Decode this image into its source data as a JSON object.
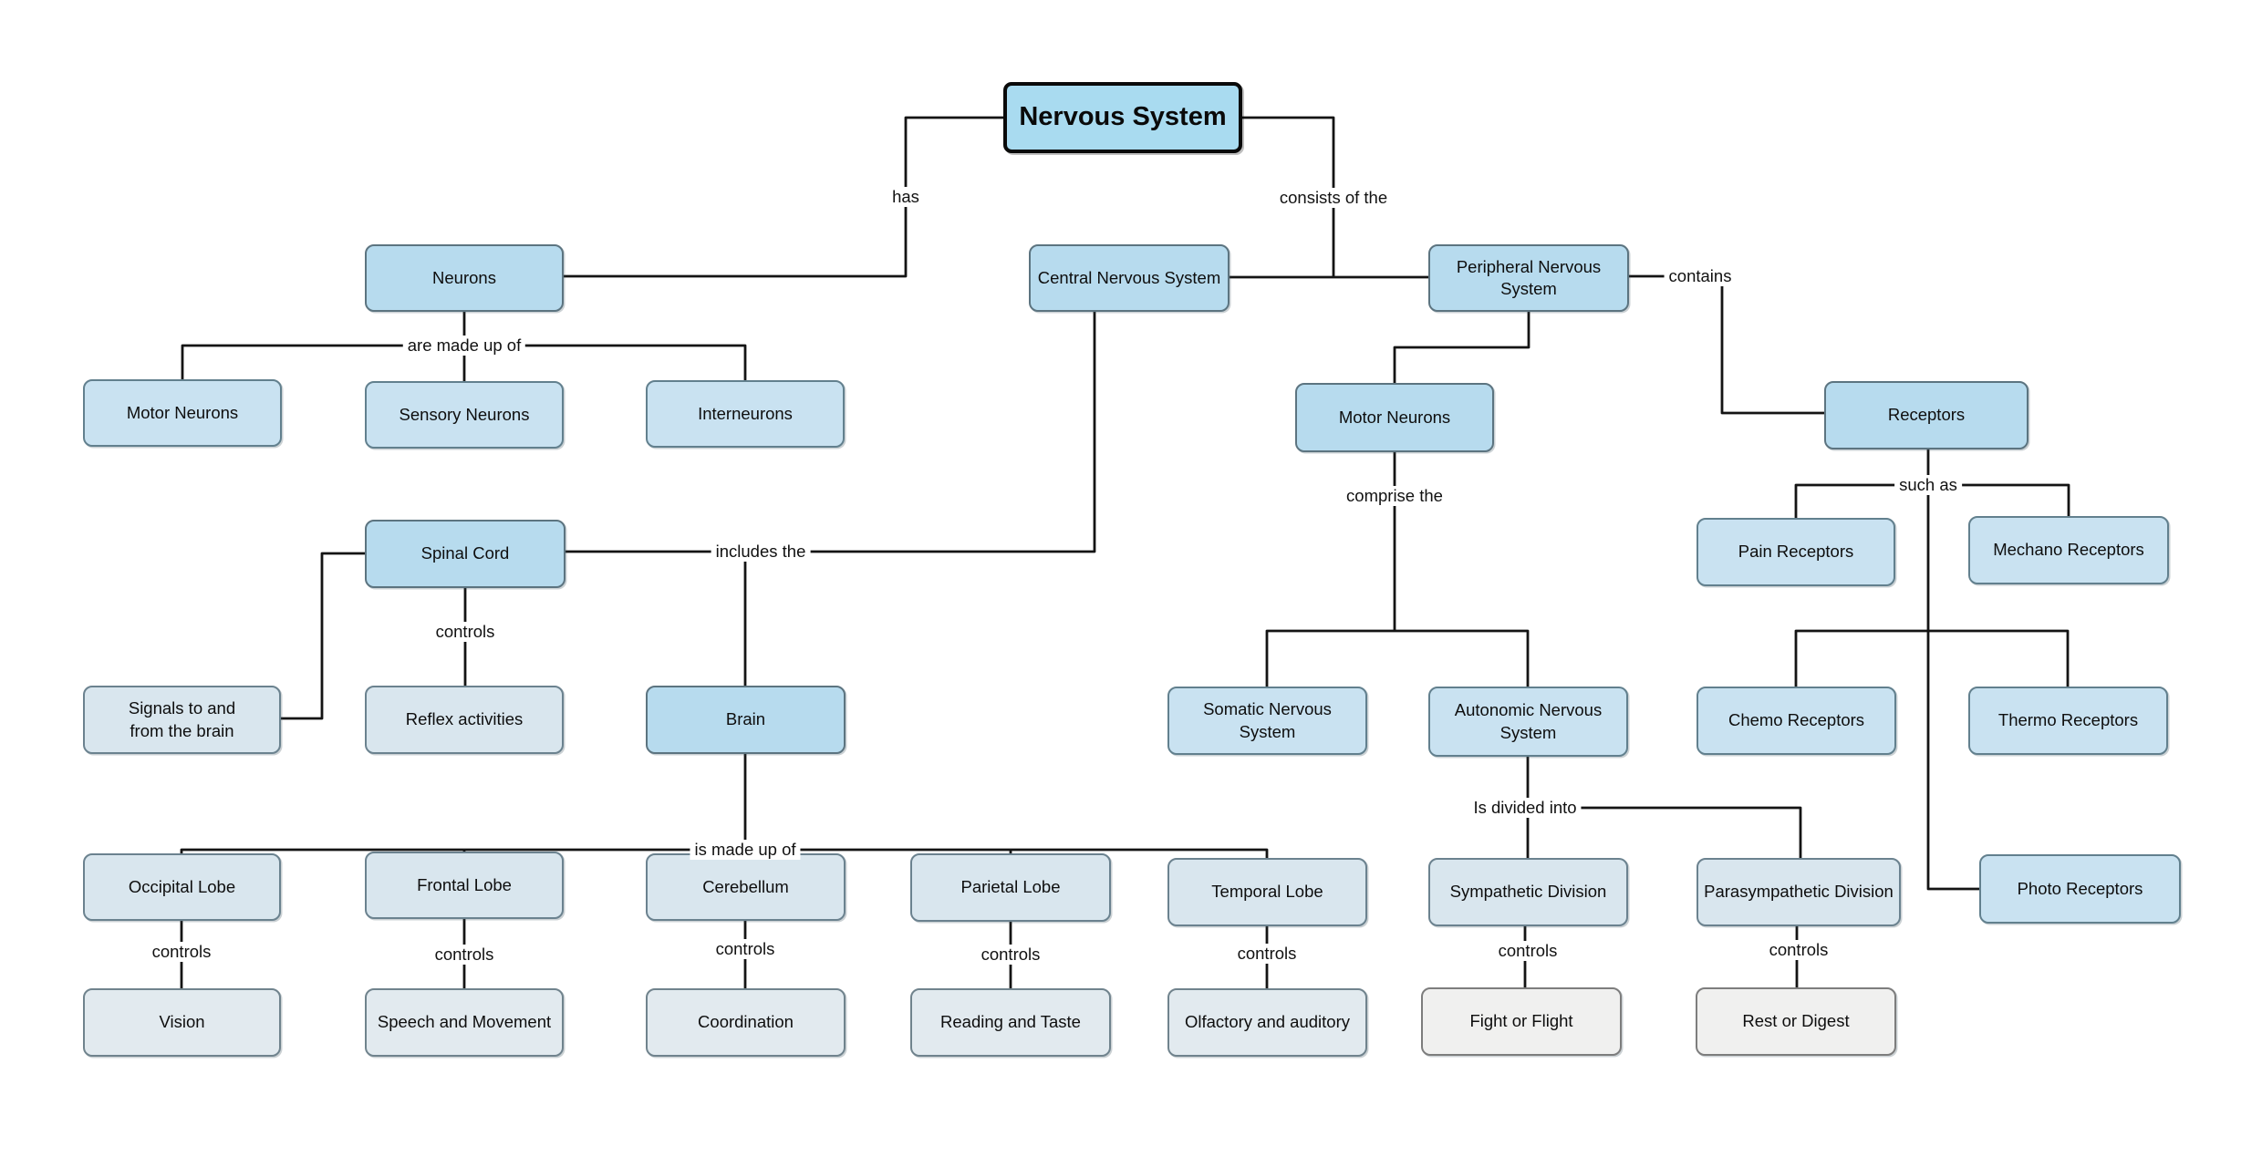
{
  "diagram": {
    "title": "Nervous System",
    "type": "concept-map"
  },
  "nodes": {
    "nervous_system": {
      "label": "Nervous System"
    },
    "neurons": {
      "label": "Neurons"
    },
    "central_nervous_system": {
      "label": "Central Nervous System"
    },
    "peripheral_nervous_system": {
      "label": "Peripheral Nervous System"
    },
    "motor_neurons_left": {
      "label": "Motor Neurons"
    },
    "sensory_neurons": {
      "label": "Sensory Neurons"
    },
    "interneurons": {
      "label": "Interneurons"
    },
    "motor_neurons_right": {
      "label": "Motor Neurons"
    },
    "receptors": {
      "label": "Receptors"
    },
    "spinal_cord": {
      "label": "Spinal Cord"
    },
    "pain_receptors": {
      "label": "Pain Receptors"
    },
    "mechano_receptors": {
      "label": "Mechano Receptors"
    },
    "signals_brain": {
      "label": "Signals to and from the brain"
    },
    "reflex_activities": {
      "label": "Reflex activities"
    },
    "brain": {
      "label": "Brain"
    },
    "somatic_nervous_system": {
      "label": "Somatic Nervous System"
    },
    "autonomic_nervous_system": {
      "label": "Autonomic Nervous System"
    },
    "chemo_receptors": {
      "label": "Chemo Receptors"
    },
    "thermo_receptors": {
      "label": "Thermo Receptors"
    },
    "occipital_lobe": {
      "label": "Occipital Lobe"
    },
    "frontal_lobe": {
      "label": "Frontal Lobe"
    },
    "cerebellum": {
      "label": "Cerebellum"
    },
    "parietal_lobe": {
      "label": "Parietal Lobe"
    },
    "temporal_lobe": {
      "label": "Temporal Lobe"
    },
    "sympathetic_division": {
      "label": "Sympathetic Division"
    },
    "parasympathetic_division": {
      "label": "Parasympathetic Division"
    },
    "photo_receptors": {
      "label": "Photo Receptors"
    },
    "vision": {
      "label": "Vision"
    },
    "speech_and_movement": {
      "label": "Speech and Movement"
    },
    "coordination": {
      "label": "Coordination"
    },
    "reading_and_taste": {
      "label": "Reading and Taste"
    },
    "olfactory_and_auditory": {
      "label": "Olfactory and auditory"
    },
    "fight_or_flight": {
      "label": "Fight or Flight"
    },
    "rest_or_digest": {
      "label": "Rest or Digest"
    }
  },
  "edge_labels": {
    "has": "has",
    "consists_of_the": "consists of the",
    "contains": "contains",
    "are_made_up_of": "are made up of",
    "includes_the": "includes the",
    "comprise_the": "comprise the",
    "such_as": "such as",
    "is_made_up_of": "is made up of",
    "is_divided_into": "Is divided into",
    "controls": "controls"
  },
  "colors": {
    "line": "#141414",
    "title_fill": "#a9dbf0",
    "primary_fill": "#b7dbee",
    "secondary_fill": "#c9e2f1",
    "tertiary_fill": "#d9e6ee",
    "quaternary_fill": "#e2eaef",
    "gray_fill": "#f0f0ef",
    "background": "#ffffff"
  }
}
